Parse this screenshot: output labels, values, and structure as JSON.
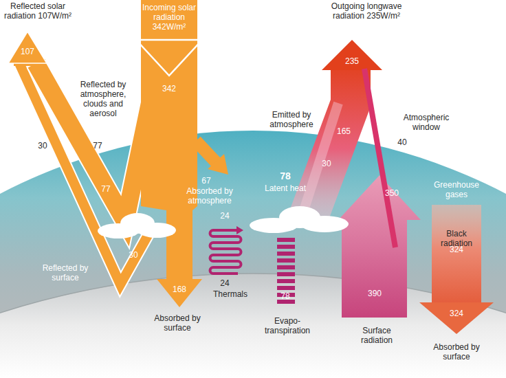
{
  "diagram": {
    "labels": [
      "Reflected solar radiation 107W/m²",
      "107",
      "Incoming solar radiation 342W/m²",
      "342",
      "Reflected by atmosphere, clouds and aerosol",
      "30",
      "77",
      "67",
      "Absorbed by atmosphere",
      "77",
      "24",
      "30",
      "Reflected by surface",
      "168",
      "Absorbed by surface",
      "24",
      "Thermals",
      "Outgoing longwave radiation 235W/m²",
      "235",
      "Emitted by atmosphere",
      "165",
      "Atmospheric window",
      "40",
      "30",
      "78",
      "Latent heat",
      "350",
      "Greenhouse gases",
      "Black radiation",
      "324",
      "78",
      "Evapo- transpiration",
      "390",
      "Surface radiation",
      "324",
      "Absorbed by surface"
    ]
  }
}
